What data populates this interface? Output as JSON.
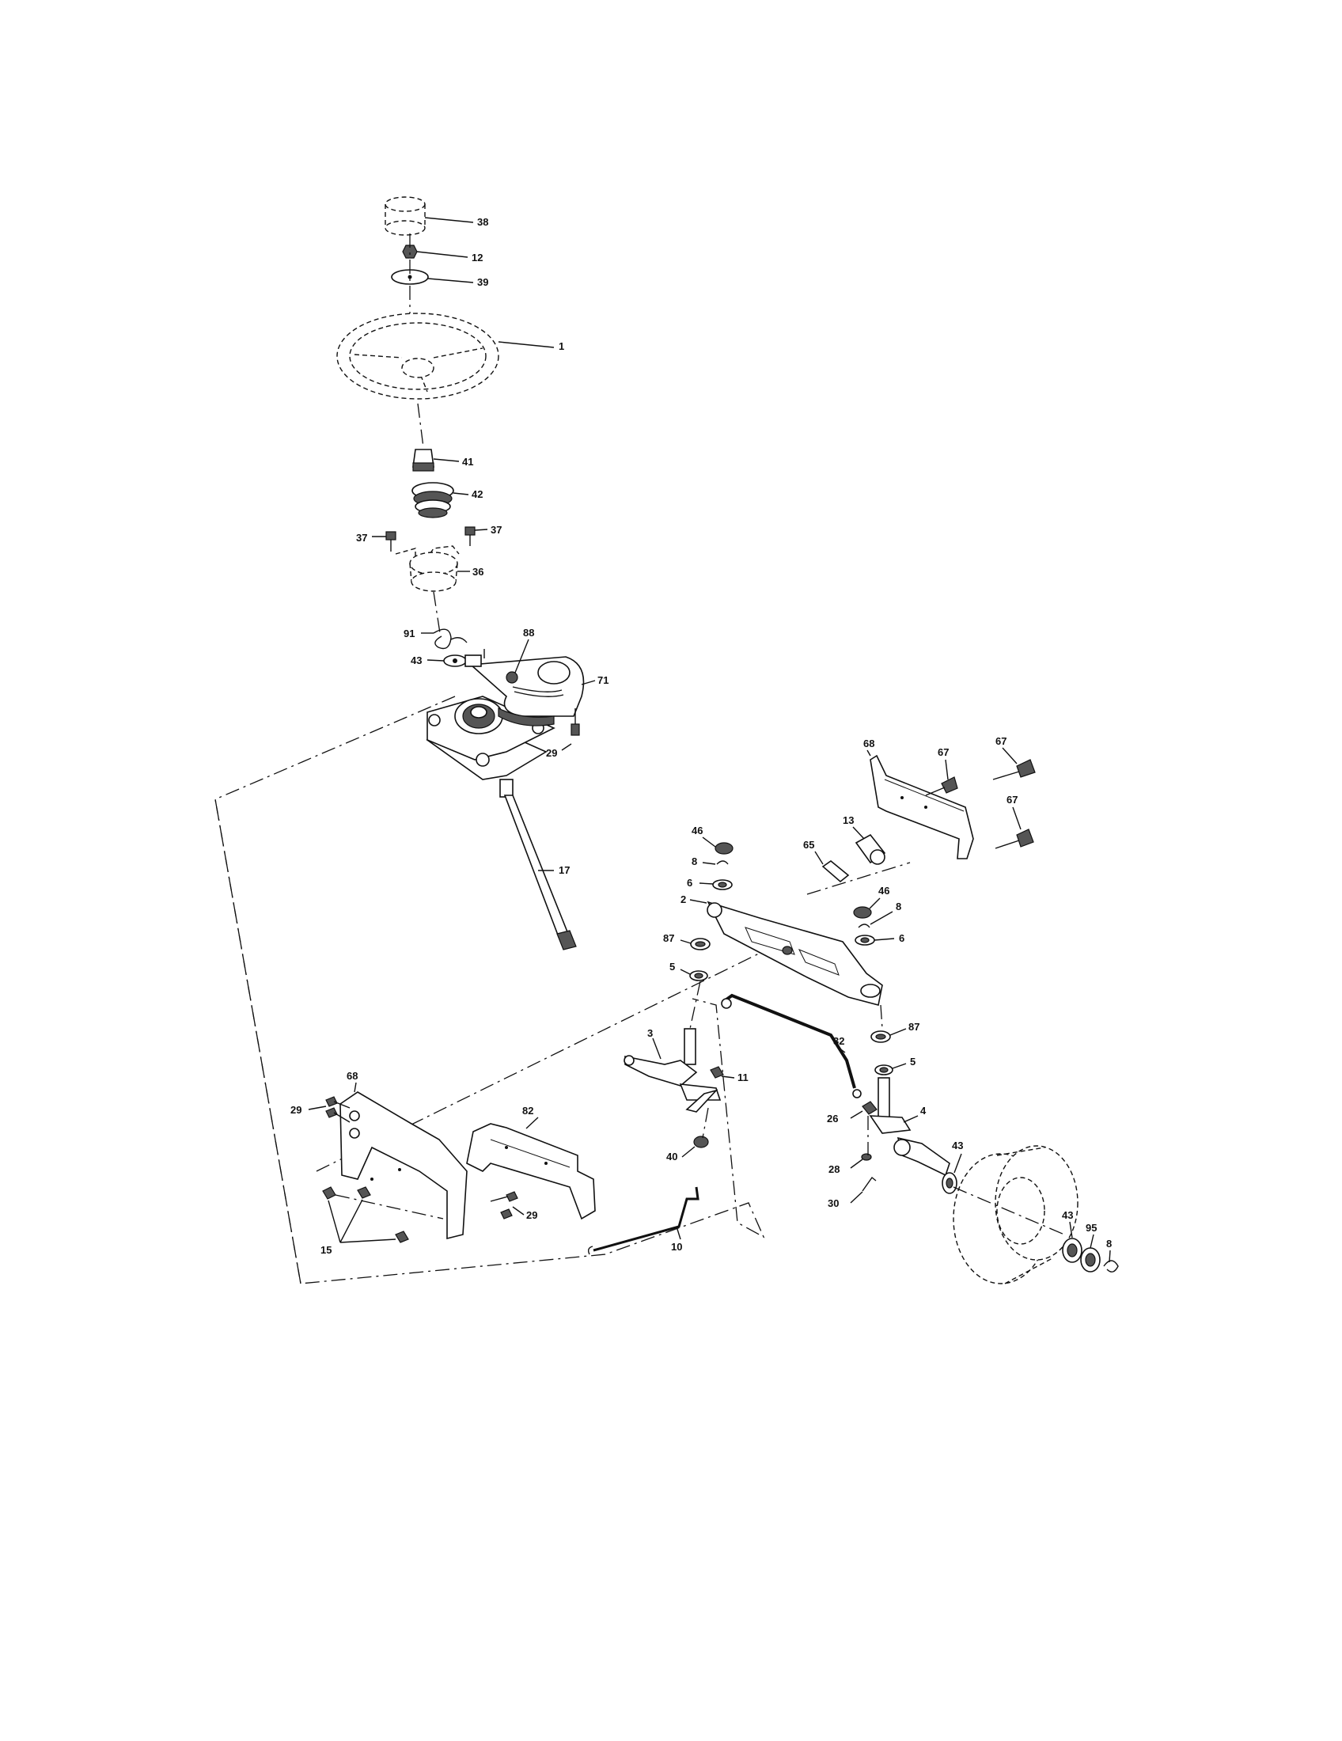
{
  "part_labels": {
    "p38": "38",
    "p12": "12",
    "p39": "39",
    "p1": "1",
    "p41": "41",
    "p42": "42",
    "p37a": "37",
    "p37b": "37",
    "p36": "36",
    "p91": "91",
    "p88": "88",
    "p43a": "43",
    "p71": "71",
    "p29a": "29",
    "p17": "17",
    "p68a": "68",
    "p67a": "67",
    "p67b": "67",
    "p67c": "67",
    "p46a": "46",
    "p8a": "8",
    "p6a": "6",
    "p13": "13",
    "p65": "65",
    "p2": "2",
    "p46b": "46",
    "p8b": "8",
    "p87a": "87",
    "p6b": "6",
    "p5a": "5",
    "p87b": "87",
    "p3": "3",
    "p32": "32",
    "p5b": "5",
    "p11": "11",
    "p68b": "68",
    "p29b": "29",
    "p82": "82",
    "p26": "26",
    "p4": "4",
    "p43b": "43",
    "p40": "40",
    "p28": "28",
    "p30": "30",
    "p29c": "29",
    "p15": "15",
    "p10": "10",
    "p43c": "43",
    "p95": "95",
    "p8c": "8"
  }
}
